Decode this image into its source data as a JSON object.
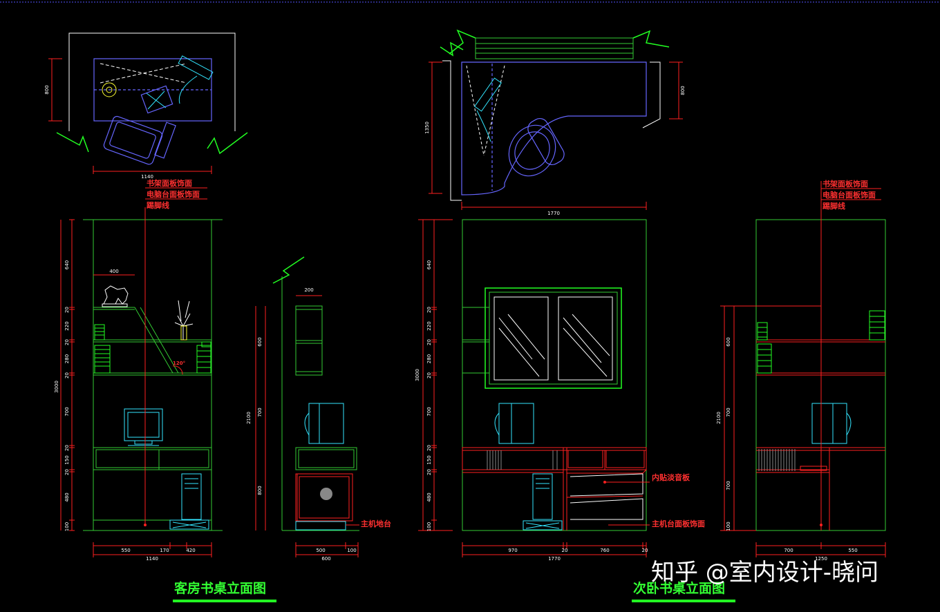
{
  "drawing": {
    "titles": {
      "left": "客房书桌立面图",
      "right": "次卧书桌立面图"
    },
    "watermark": "知乎 @室内设计-晓问",
    "labels": {
      "shelf_panel": "书架面板饰面",
      "desk_panel": "电脑台面板饰面",
      "baseboard": "踢脚线",
      "host_stand": "主机地台",
      "soundproof": "内贴淡音板",
      "host_top": "主机台面板饰面",
      "angle": "120°"
    },
    "dims": {
      "p1_width": "1140",
      "p1_height": "800",
      "p2_width": "1770",
      "p2_height_left": "1350",
      "p2_height_right": "800",
      "e1_total": "3000",
      "e1_v": [
        "640",
        "20",
        "220",
        "20",
        "280",
        "20",
        "700",
        "20",
        "150",
        "20",
        "480",
        "100"
      ],
      "e1_h": [
        "550",
        "170",
        "420"
      ],
      "e1_total_w": "1140",
      "e1_shelf_w": "400",
      "e2_top": "200",
      "e2_total": "2100",
      "e2_v": [
        "600",
        "700",
        "800"
      ],
      "e2_h": [
        "500",
        "100"
      ],
      "e2_total_w": "600",
      "e3_total": "3000",
      "e3_v": [
        "640",
        "20",
        "220",
        "20",
        "280",
        "20",
        "700",
        "20",
        "150",
        "20",
        "480",
        "100"
      ],
      "e3_h": [
        "970",
        "20",
        "760",
        "20"
      ],
      "e3_total_w": "1770",
      "e4_total": "2100",
      "e4_v": [
        "600",
        "700",
        "700",
        "100"
      ],
      "e4_h": [
        "700",
        "550"
      ],
      "e4_total_w": "1250"
    }
  }
}
